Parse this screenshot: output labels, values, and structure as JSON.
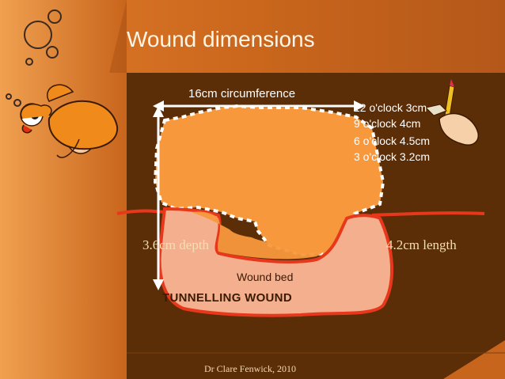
{
  "slide": {
    "title": "Wound dimensions",
    "circumference_label": "16cm circumference",
    "clock_measurements": [
      "12 o'clock 3cm",
      "9 o'clock 4cm",
      "6 o'clock 4.5cm",
      "3 o'clock 3.2cm"
    ],
    "depth_label": "3.6cm depth",
    "length_label": "4.2cm length",
    "wound_bed_label": "Wound bed",
    "tunnelling_label": "TUNNELLING WOUND",
    "footer": "Dr Clare Fenwick, 2010"
  },
  "colors": {
    "background": "#5c2e08",
    "frame_orange": "#c8651c",
    "wound_orange": "#f7983c",
    "wound_bed_pink": "#f4b08e",
    "outline_red": "#e8381c",
    "dotted_white": "#ffffff"
  },
  "icons": [
    "bubbles-icon",
    "goldfish-icon",
    "pencil-hand-icon"
  ]
}
